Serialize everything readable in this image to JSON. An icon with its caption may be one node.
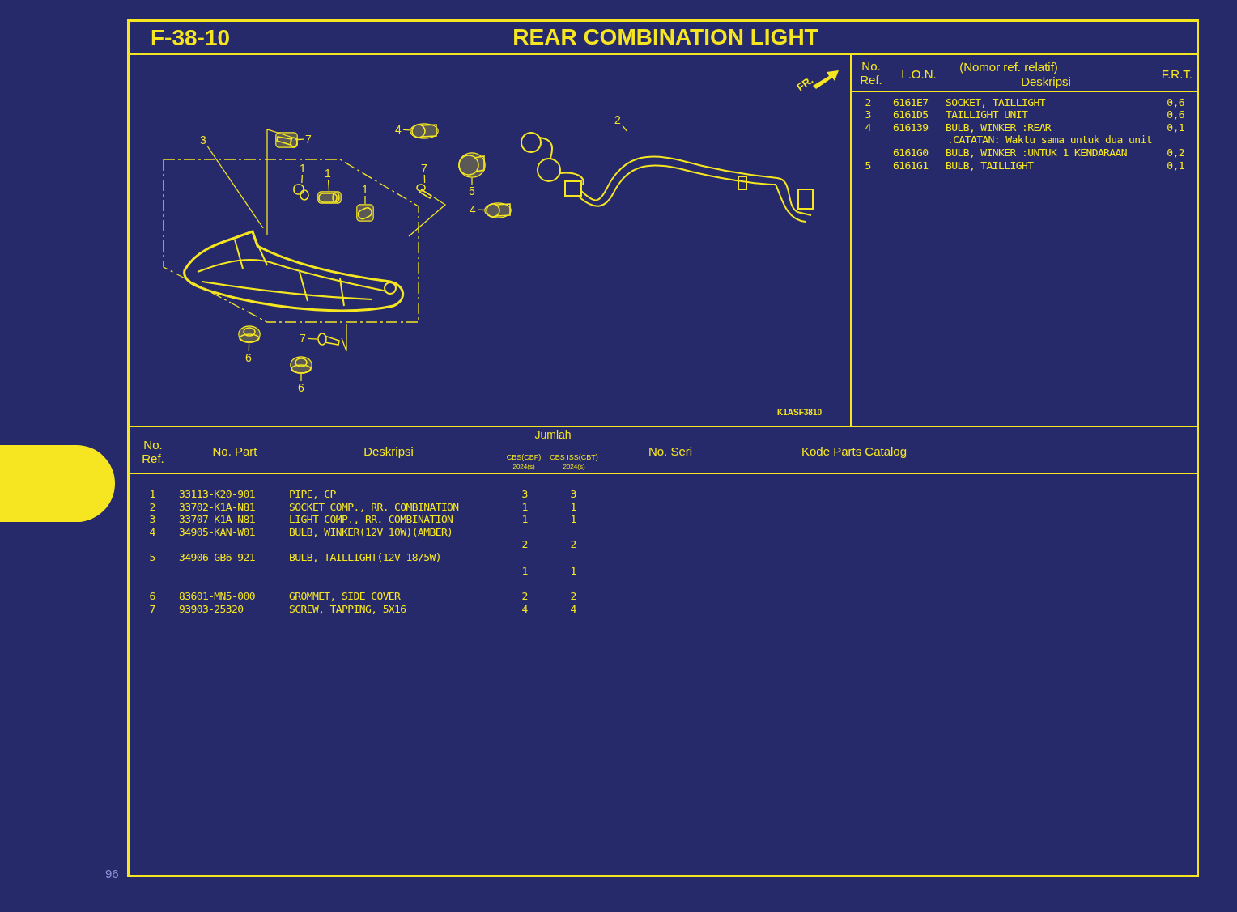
{
  "diagram": {
    "title": "REAR COMBINATION LIGHT",
    "nodes": [
      {
        "text": [
          "3"
        ]
      },
      {
        "text": [
          "7"
        ]
      },
      {
        "text": [
          "1"
        ]
      },
      {
        "text": [
          "1"
        ]
      },
      {
        "text": [
          "1"
        ]
      },
      {
        "text": [
          "4"
        ]
      },
      {
        "text": [
          "7"
        ]
      },
      {
        "text": [
          "5"
        ]
      },
      {
        "text": [
          "4"
        ]
      },
      {
        "text": [
          "2"
        ]
      },
      {
        "text": [
          "6"
        ]
      },
      {
        "text": [
          "7"
        ]
      },
      {
        "text": [
          "6"
        ]
      },
      {
        "text": [],
        "shape": "picture"
      },
      {
        "text": [],
        "shape": "box"
      },
      {
        "text": [],
        "shape": "picture"
      },
      {
        "text": [],
        "shape": "box"
      },
      {
        "text": [],
        "shape": "box"
      },
      {
        "text": [],
        "shape": "circle"
      },
      {
        "text": [],
        "shape": "picture"
      },
      {
        "text": [],
        "shape": "circle"
      },
      {
        "text": [],
        "shape": "circle"
      },
      {
        "text": [],
        "shape": "picture"
      },
      {
        "text": [],
        "shape": "circle"
      },
      {
        "text": [],
        "shape": "picture"
      },
      {
        "text": [],
        "shape": "circle"
      },
      {
        "text": [],
        "shape": "box"
      }
    ],
    "edges": [
      {
        "from": 0,
        "to": 13,
        "arrow": "none"
      },
      {
        "from": 1,
        "to": 14,
        "arrow": "none"
      },
      {
        "from": 2,
        "to": 15,
        "arrow": "none"
      },
      {
        "from": 3,
        "to": 16,
        "arrow": "none"
      },
      {
        "from": 4,
        "to": 17,
        "arrow": "none"
      },
      {
        "from": 5,
        "to": 18,
        "arrow": "none"
      },
      {
        "from": 6,
        "to": 19,
        "arrow": "none"
      },
      {
        "from": 7,
        "to": 20,
        "arrow": "none"
      },
      {
        "from": 8,
        "to": 21,
        "arrow": "none"
      },
      {
        "from": 9,
        "to": 22,
        "arrow": "none"
      },
      {
        "from": 10,
        "to": 23,
        "arrow": "none"
      },
      {
        "from": 11,
        "to": 24,
        "arrow": "none"
      },
      {
        "from": 12,
        "to": 25,
        "arrow": "none"
      }
    ],
    "labels": [
      "F-38-10",
      "FR.",
      "No. Ref.",
      "L.O.N.",
      "(Nomor ref. relatif)",
      "Deskripsi",
      "F.R.T.",
      "2",
      "6161E7",
      "SOCKET, TAILLIGHT",
      "0,6",
      "3",
      "6161D5",
      "TAILLIGHT UNIT",
      "0,6",
      "4",
      "616139",
      "BULB, WINKER :REAR",
      "0,1",
      ".CATATAN: Waktu sama untuk dua unit",
      "6161G0",
      "BULB, WINKER :UNTUK 1 KENDARAAN",
      "0,2",
      "5",
      "6161G1",
      "BULB, TAILLIGHT",
      "0,1",
      "K1ASF3810",
      "No. Ref.",
      "No. Part",
      "Deskripsi",
      "Jumlah",
      "CBS(CBF)",
      "CBS ISS(CBT)",
      "2024(s)",
      "2024(s)",
      "No. Seri",
      "Kode Parts Catalog",
      "1",
      "33113-K20-901",
      "PIPE, CP",
      "3",
      "3",
      "2",
      "33702-K1A-N81",
      "SOCKET COMP., RR. COMBINATION",
      "1",
      "1",
      "3",
      "33707-K1A-N81",
      "LIGHT COMP., RR. COMBINATION",
      "1",
      "1",
      "4",
      "34905-KAN-W01",
      "BULB, WINKER(12V 10W)(AMBER)",
      "2",
      "2",
      "5",
      "34906-GB6-921",
      "BULB, TAILLIGHT(12V 18/5W)",
      "1",
      "1",
      "6",
      "83601-MN5-000",
      "GROMMET, SIDE COVER",
      "2",
      "2",
      "7",
      "93903-25320",
      "SCREW, TAPPING, 5X16",
      "4",
      "4",
      "96"
    ]
  }
}
